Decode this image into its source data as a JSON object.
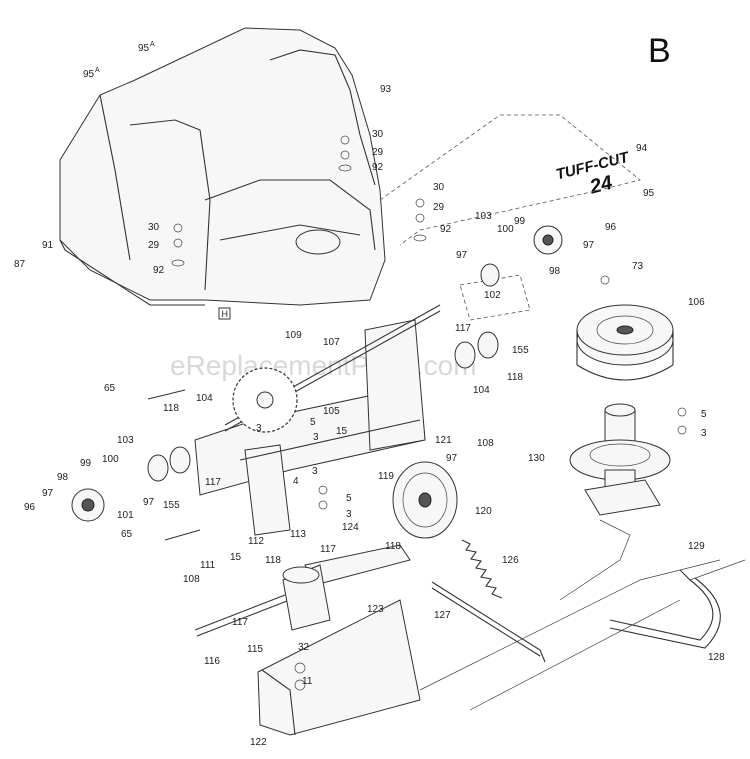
{
  "section_letter": "B",
  "watermark": "eReplacementParts.com",
  "logo": {
    "line1": "TUFF-CUT",
    "line2": "24"
  },
  "reference_box": "H",
  "parts": {
    "p95a_1": "95",
    "p95a_1_sup": "A",
    "p95a_2": "95",
    "p95a_2_sup": "A",
    "p93": "93",
    "p30_1": "30",
    "p29_1": "29",
    "p92_1": "92",
    "p94": "94",
    "p95": "95",
    "p30_2": "30",
    "p29_2": "29",
    "p92_2": "92",
    "p30_3": "30",
    "p29_3": "29",
    "p92_3": "92",
    "p91": "91",
    "p87": "87",
    "p103_r": "103",
    "p100_r": "100",
    "p99_r": "99",
    "p96_r": "96",
    "p97_r1": "97",
    "p97_r2": "97",
    "p102": "102",
    "p98_r": "98",
    "p73": "73",
    "p106": "106",
    "p117_r": "117",
    "p155_r": "155",
    "p118_r": "118",
    "p107": "107",
    "p109": "109",
    "p104_r": "104",
    "p65_1": "65",
    "p118_l": "118",
    "p104_l": "104",
    "p105": "105",
    "p5_1": "5",
    "p3_1": "3",
    "p15_1": "15",
    "p3_2": "3",
    "p4": "4",
    "p3_3": "3",
    "p5_r": "5",
    "p3_r": "3",
    "p121": "121",
    "p108_r": "108",
    "p130": "130",
    "p103_l": "103",
    "p99_l": "99",
    "p100_l": "100",
    "p98_l": "98",
    "p97_l1": "97",
    "p96_l": "96",
    "p97_l2": "97",
    "p101": "101",
    "p155_l": "155",
    "p117_l": "117",
    "p97_m": "97",
    "p119": "119",
    "p5_m": "5",
    "p3_m": "3",
    "p124": "124",
    "p120": "120",
    "p118_m": "118",
    "p117_m": "117",
    "p65_2": "65",
    "p111": "111",
    "p15_2": "15",
    "p112": "112",
    "p113": "113",
    "p126": "126",
    "p129": "129",
    "p108_l": "108",
    "p118_b": "118",
    "p117_b": "117",
    "p123": "123",
    "p127": "127",
    "p116": "116",
    "p115": "115",
    "p32": "32",
    "p11": "11",
    "p128": "128",
    "p122": "122"
  }
}
